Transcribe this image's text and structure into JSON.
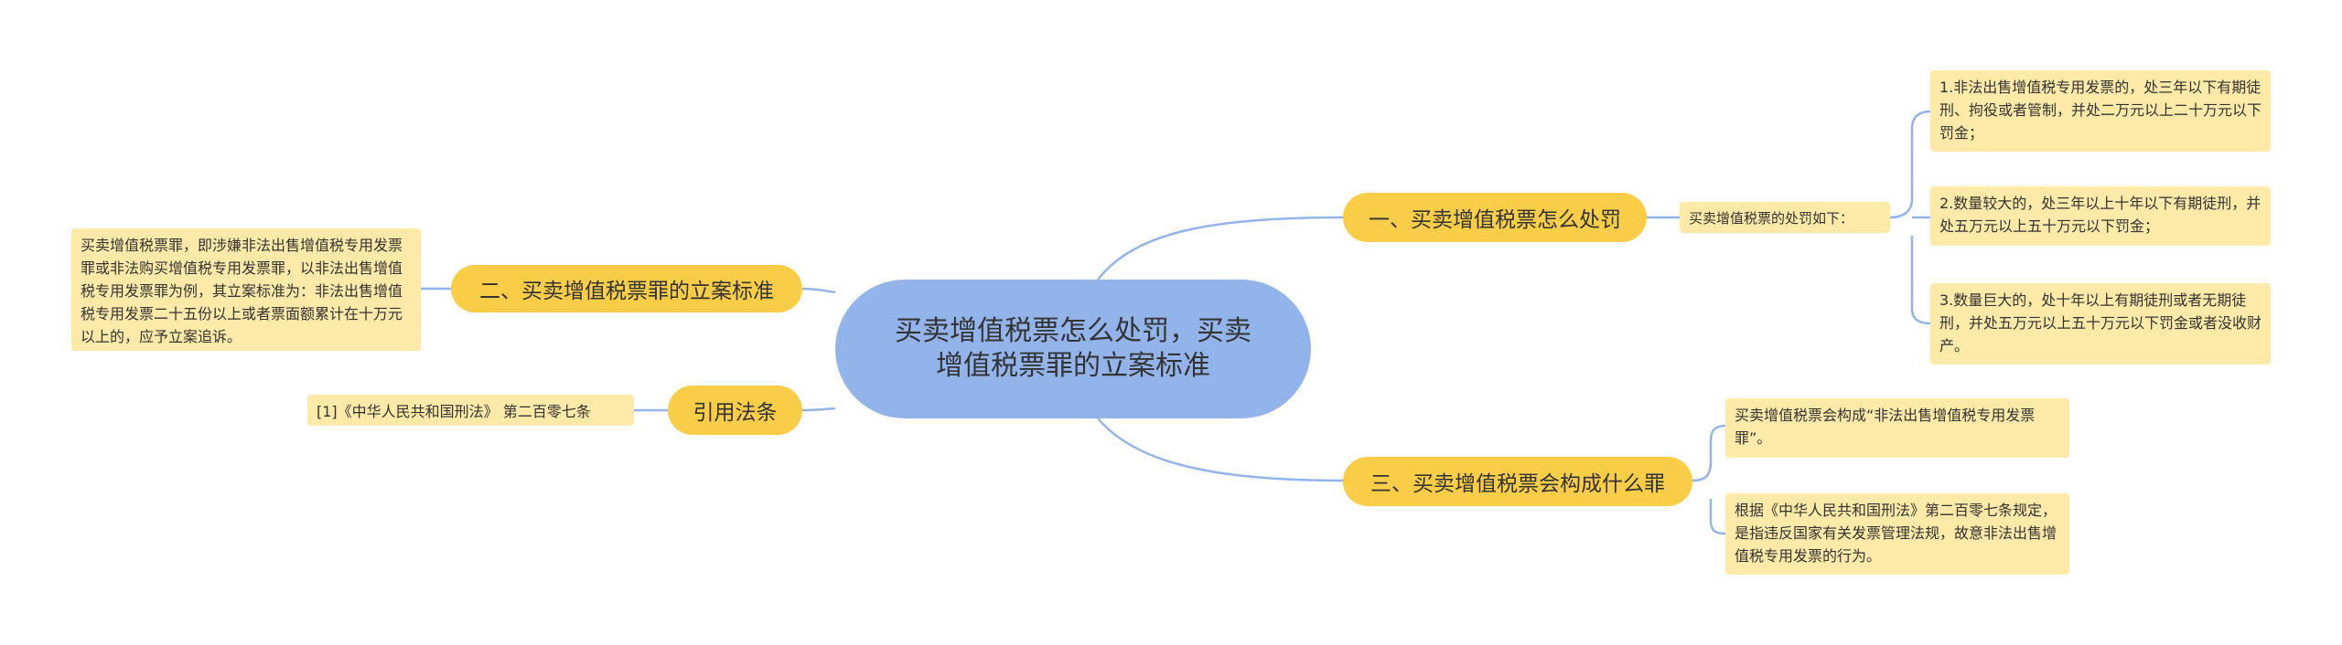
{
  "root": {
    "title": "买卖增值税票怎么处罚，买卖增值税票罪的立案标准"
  },
  "branches": {
    "b1": {
      "label": "一、买卖增值税票怎么处罚"
    },
    "b2": {
      "label": "二、买卖增值税票罪的立案标准"
    },
    "b3": {
      "label": "三、买卖增值税票会构成什么罪"
    },
    "b4": {
      "label": "引用法条"
    }
  },
  "leaves": {
    "b1_intro": "买卖增值税票的处罚如下：",
    "b1_item1": "1.非法出售增值税专用发票的，处三年以下有期徒刑、拘役或者管制，并处二万元以上二十万元以下罚金；",
    "b1_item2": "2.数量较大的，处三年以上十年以下有期徒刑，并处五万元以上五十万元以下罚金；",
    "b1_item3": "3.数量巨大的，处十年以上有期徒刑或者无期徒刑，并处五万元以上五十万元以下罚金或者没收财产。",
    "b2_text": "买卖增值税票罪，即涉嫌非法出售增值税专用发票罪或非法购买增值税专用发票罪，以非法出售增值税专用发票罪为例，其立案标准为：非法出售增值税专用发票二十五份以上或者票面额累计在十万元以上的，应予立案追诉。",
    "b3_item1": "买卖增值税票会构成“非法出售增值税专用发票罪”。",
    "b3_item2": "根据《中华人民共和国刑法》第二百零七条规定，是指违反国家有关发票管理法规，故意非法出售增值税专用发票的行为。",
    "b4_text": "[1]《中华人民共和国刑法》 第二百零七条"
  },
  "colors": {
    "root_fill": "#93b4ea",
    "branch_fill": "#f9cd48",
    "leaf_fill": "#fde9a8",
    "link_stroke": "#93b4ea"
  }
}
